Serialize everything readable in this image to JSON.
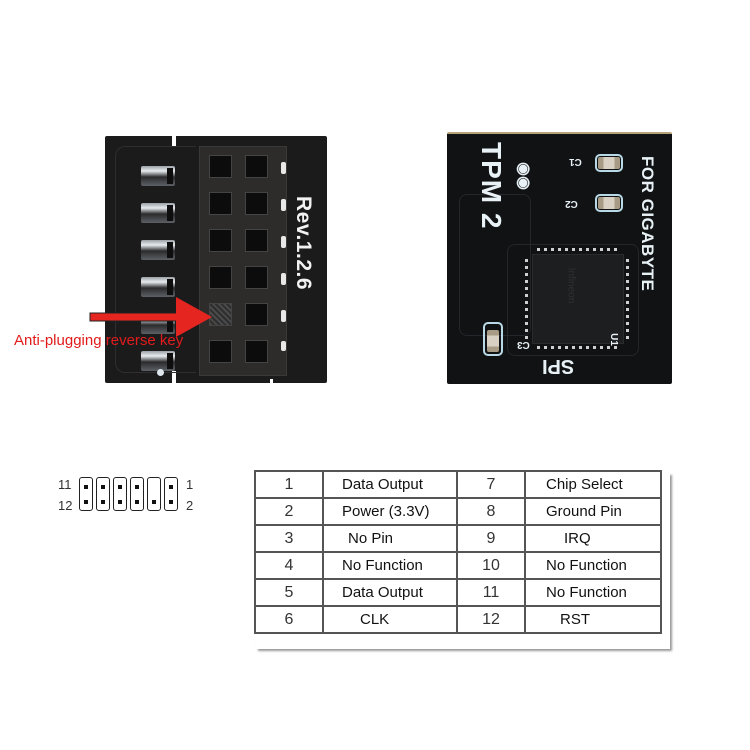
{
  "left_module": {
    "revision_label": "Rev.1.2.6",
    "header_rows": 6,
    "header_cols": 2,
    "key_hole": {
      "row": 5,
      "col": 1
    },
    "annotation": "Anti-plugging reverse key",
    "annotation_color": "#e11b1b"
  },
  "right_module": {
    "title": "TPM 2",
    "brand_label": "FOR GIGABYTE",
    "interface_label": "SPI",
    "chip_ref": "U1",
    "capacitors": [
      "C1",
      "C2",
      "C3"
    ],
    "chip_marking": "Infineon"
  },
  "pin_diagram": {
    "left_labels": [
      "11",
      "12"
    ],
    "right_labels": [
      "1",
      "2"
    ],
    "columns": 6,
    "missing_pin": {
      "column": 5,
      "row": 1
    }
  },
  "pin_table": {
    "rows": [
      {
        "pin_a": "1",
        "func_a": "Data Output",
        "pin_b": "7",
        "func_b": "Chip Select"
      },
      {
        "pin_a": "2",
        "func_a": "Power (3.3V)",
        "pin_b": "8",
        "func_b": "Ground Pin"
      },
      {
        "pin_a": "3",
        "func_a": "No Pin",
        "pin_b": "9",
        "func_b": "IRQ"
      },
      {
        "pin_a": "4",
        "func_a": "No Function",
        "pin_b": "10",
        "func_b": "No Function"
      },
      {
        "pin_a": "5",
        "func_a": "Data Output",
        "pin_b": "11",
        "func_b": "No Function"
      },
      {
        "pin_a": "6",
        "func_a": "CLK",
        "pin_b": "12",
        "func_b": "RST"
      }
    ]
  }
}
